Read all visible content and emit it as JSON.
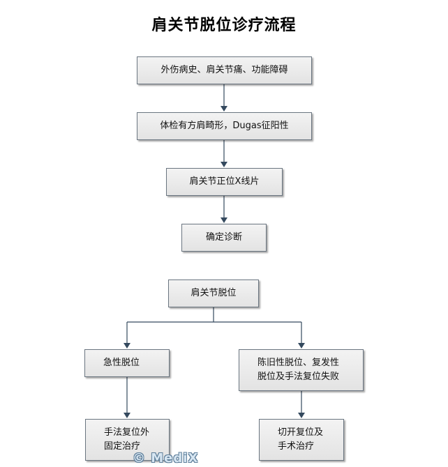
{
  "title": "肩关节脱位诊疗流程",
  "nodes": {
    "history": "外伤病史、肩关节痛、功能障碍",
    "exam": "体检有方肩畸形，Dugas征阳性",
    "xray": "肩关节正位X线片",
    "diagnosis": "确定诊断",
    "dislocation": "肩关节脱位",
    "acute": "急性脱位",
    "chronic_line1": "陈旧性脱位、复发性",
    "chronic_line2": "脱位及手法复位失败",
    "manual_line1": "手法复位外",
    "manual_line2": "固定治疗",
    "surgery_line1": "切开复位及",
    "surgery_line2": "手术治疗"
  },
  "watermark": "© MediX",
  "colors": {
    "edge": "#34495e",
    "box_border": "#6a7580",
    "box_fill": "#ebebeb"
  }
}
